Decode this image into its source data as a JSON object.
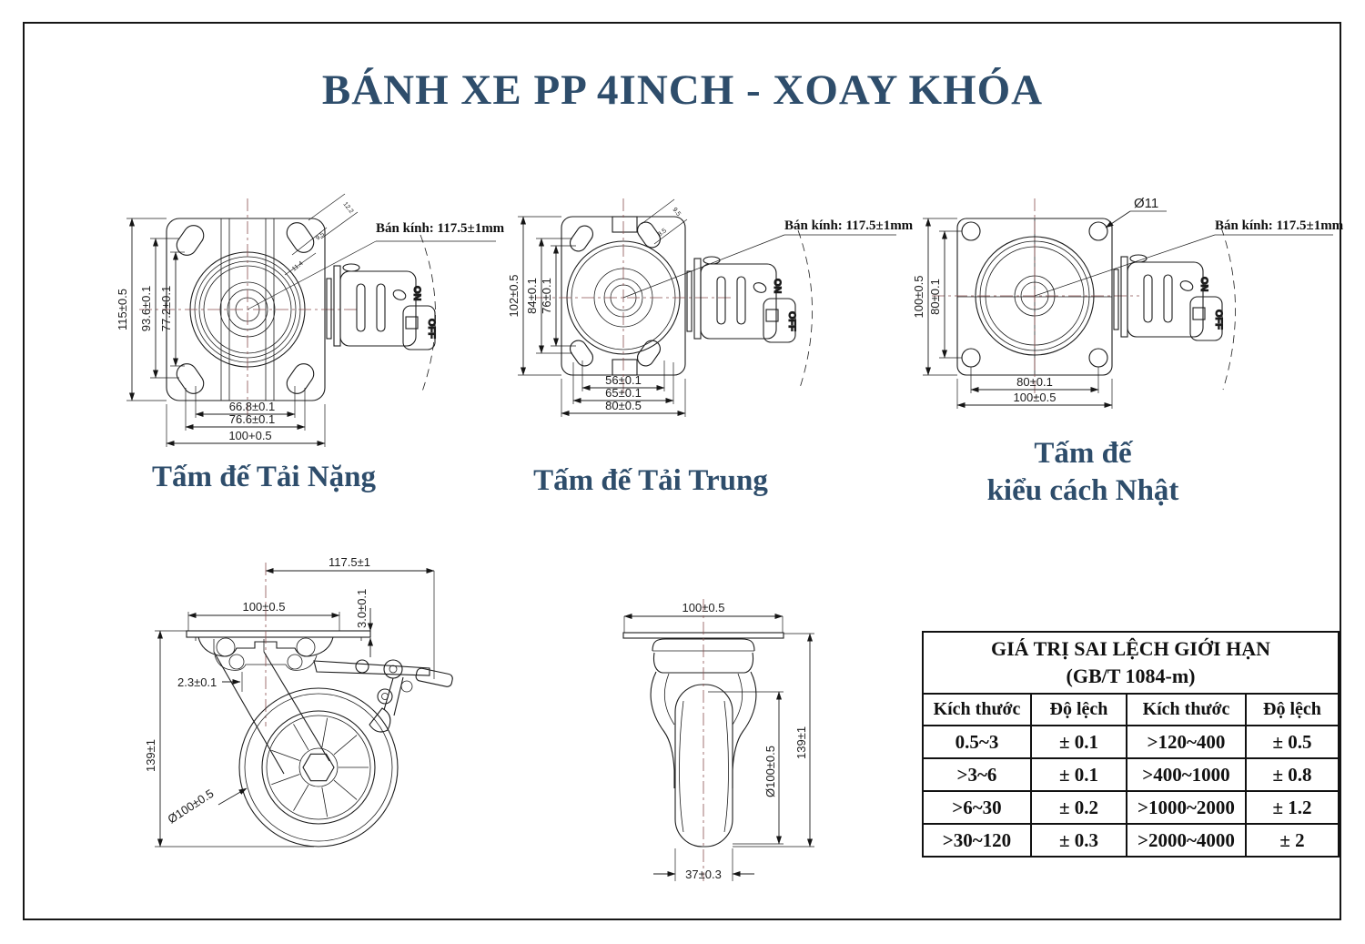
{
  "page": {
    "title": "BÁNH XE PP 4INCH - XOAY KHÓA",
    "radius_callout": "Bán kính: 117.5±1mm",
    "accent_color": "#2e4d6b"
  },
  "plates": {
    "heavy": {
      "label": "Tấm đế Tải Nặng",
      "dim_height": "115±0.5",
      "dim_bolt_v_outer": "93.6±0.1",
      "dim_bolt_v_inner": "77.2±0.1",
      "dim_bolt_h_inner": "66.8±0.1",
      "dim_bolt_h_outer": "76.6±0.1",
      "dim_width": "100+0.5",
      "slot_dim_a": "12.2",
      "slot_dim_b": "9.5",
      "slot_dim_c": "11.4",
      "brake_on": "ON",
      "brake_off": "OFF"
    },
    "medium": {
      "label": "Tấm đế Tải Trung",
      "dim_height": "102±0.5",
      "dim_bolt_v_outer": "84±0.1",
      "dim_bolt_v_inner": "76±0.1",
      "dim_bolt_h_inner": "56±0.1",
      "dim_bolt_h_outer": "65±0.1",
      "dim_width": "80±0.5",
      "slot_dim_a": "9.5",
      "slot_dim_b": "8.5",
      "brake_on": "ON",
      "brake_off": "OFF"
    },
    "japanese": {
      "label_line1": "Tấm đế",
      "label_line2": "kiểu cách Nhật",
      "hole_dia": "Ø11",
      "dim_height": "100±0.5",
      "dim_bolt_v": "80±0.1",
      "dim_bolt_h": "80±0.1",
      "dim_width": "100±0.5",
      "brake_on": "ON",
      "brake_off": "OFF"
    }
  },
  "side_view": {
    "dim_radius": "117.5±1",
    "dim_plate": "100±0.5",
    "dim_thickness": "3.0±0.1",
    "dim_offset": "2.3±0.1",
    "dim_height": "139±1",
    "dim_wheel": "Ø100±0.5"
  },
  "front_view": {
    "dim_plate": "100±0.5",
    "dim_height": "139±1",
    "dim_wheel": "Ø100±0.5",
    "dim_width": "37±0.3"
  },
  "tolerance_table": {
    "title_line1": "GIÁ TRỊ SAI LỆCH GIỚI HẠN",
    "title_line2": "(GB/T 1084-m)",
    "headers": [
      "Kích thước",
      "Độ lệch",
      "Kích thước",
      "Độ lệch"
    ],
    "rows": [
      [
        "0.5~3",
        "± 0.1",
        ">120~400",
        "± 0.5"
      ],
      [
        ">3~6",
        "± 0.1",
        ">400~1000",
        "± 0.8"
      ],
      [
        ">6~30",
        "± 0.2",
        ">1000~2000",
        "± 1.2"
      ],
      [
        ">30~120",
        "± 0.3",
        ">2000~4000",
        "± 2"
      ]
    ]
  }
}
